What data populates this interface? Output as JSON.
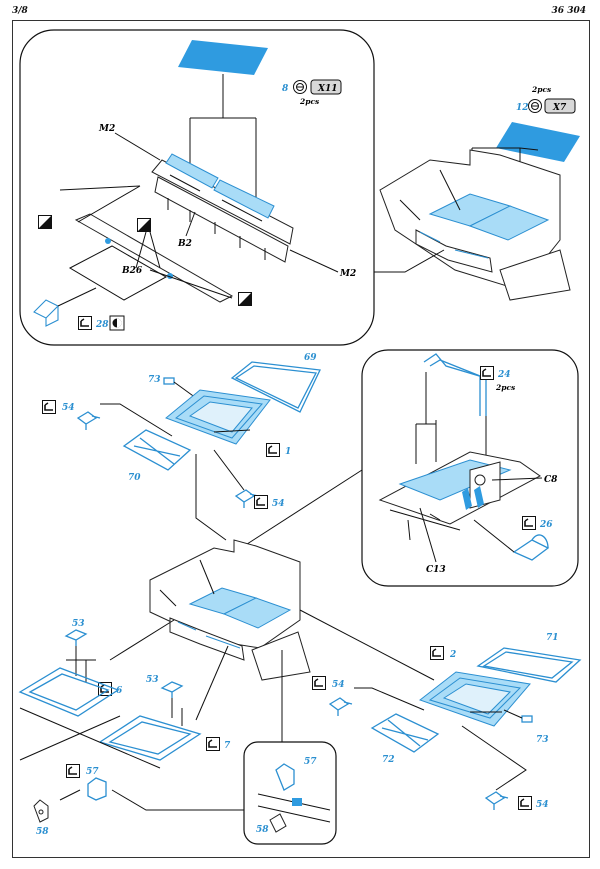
{
  "header": {
    "page": "3/8",
    "code": "36 304"
  },
  "labels": {
    "m2_a": "M2",
    "m2_b": "M2",
    "b2": "B2",
    "b26": "B26",
    "c8": "C8",
    "c13": "C13",
    "n8": "8",
    "x11": "X11",
    "n8_qty": "2pcs",
    "n12": "12",
    "x7": "X7",
    "n12_qty": "2pcs",
    "n28": "28",
    "n24": "24",
    "n24_qty": "2pcs",
    "n26": "26",
    "n73a": "73",
    "n69": "69",
    "n54a": "54",
    "n70": "70",
    "n1": "1",
    "n54b": "54",
    "n53a": "53",
    "n6": "6",
    "n53b": "53",
    "n7": "7",
    "n57a": "57",
    "n58a": "58",
    "n57b": "57",
    "n58b": "58",
    "n2": "2",
    "n71": "71",
    "n54c": "54",
    "n72": "72",
    "n73b": "73",
    "n54d": "54"
  },
  "colors": {
    "photo_etch": "#2f9be0",
    "label_blue": "#2a8fd0",
    "line": "#111111"
  },
  "icons": [
    "check-bend-icon",
    "round-bend-icon",
    "half-fill-icon",
    "circle-material-icon"
  ]
}
